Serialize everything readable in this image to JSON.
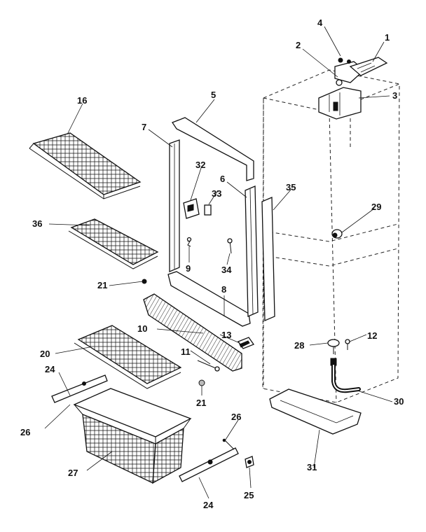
{
  "diagram": {
    "callouts": [
      {
        "id": "c1",
        "label": "1"
      },
      {
        "id": "c2",
        "label": "2"
      },
      {
        "id": "c3",
        "label": "3"
      },
      {
        "id": "c4",
        "label": "4"
      },
      {
        "id": "c5",
        "label": "5"
      },
      {
        "id": "c6",
        "label": "6"
      },
      {
        "id": "c7",
        "label": "7"
      },
      {
        "id": "c8",
        "label": "8"
      },
      {
        "id": "c9",
        "label": "9"
      },
      {
        "id": "c10",
        "label": "10"
      },
      {
        "id": "c11",
        "label": "11"
      },
      {
        "id": "c12",
        "label": "12"
      },
      {
        "id": "c13",
        "label": "13"
      },
      {
        "id": "c16",
        "label": "16"
      },
      {
        "id": "c20",
        "label": "20"
      },
      {
        "id": "c21a",
        "label": "21"
      },
      {
        "id": "c21b",
        "label": "21"
      },
      {
        "id": "c24a",
        "label": "24"
      },
      {
        "id": "c24b",
        "label": "24"
      },
      {
        "id": "c25",
        "label": "25"
      },
      {
        "id": "c26a",
        "label": "26"
      },
      {
        "id": "c26b",
        "label": "26"
      },
      {
        "id": "c27",
        "label": "27"
      },
      {
        "id": "c28",
        "label": "28"
      },
      {
        "id": "c29",
        "label": "29"
      },
      {
        "id": "c30",
        "label": "30"
      },
      {
        "id": "c31",
        "label": "31"
      },
      {
        "id": "c32",
        "label": "32"
      },
      {
        "id": "c33",
        "label": "33"
      },
      {
        "id": "c34",
        "label": "34"
      },
      {
        "id": "c35",
        "label": "35"
      },
      {
        "id": "c36",
        "label": "36"
      }
    ]
  }
}
